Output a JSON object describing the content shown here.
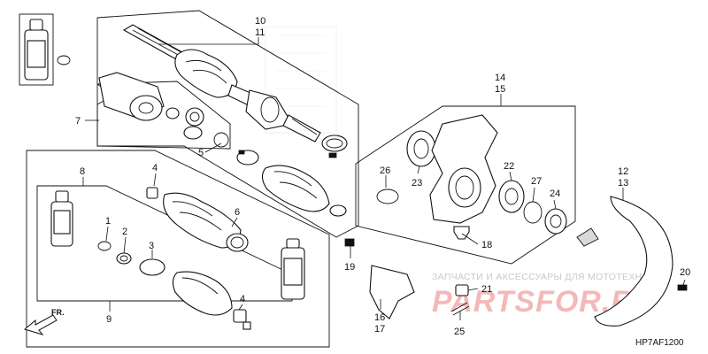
{
  "diagram": {
    "code": "HP7AF1200",
    "direction_label": "FR.",
    "watermark": {
      "text": "ЗАПЧАСТИ И АКСЕССУАРЫ ДЛЯ МОТОТЕХНИКИ",
      "logo": "PARTSFOR.RU"
    },
    "callouts": {
      "c10": "10",
      "c11": "11",
      "c7": "7",
      "c5": "5",
      "c8": "8",
      "c9": "9",
      "c4a": "4",
      "c6": "6",
      "c1": "1",
      "c2": "2",
      "c3": "3",
      "c4b": "4",
      "c14": "14",
      "c15": "15",
      "c26": "26",
      "c23": "23",
      "c22": "22",
      "c27": "27",
      "c24": "24",
      "c18": "18",
      "c19": "19",
      "c21": "21",
      "c25": "25",
      "c16": "16",
      "c17": "17",
      "c12": "12",
      "c13": "13",
      "c20": "20"
    }
  }
}
